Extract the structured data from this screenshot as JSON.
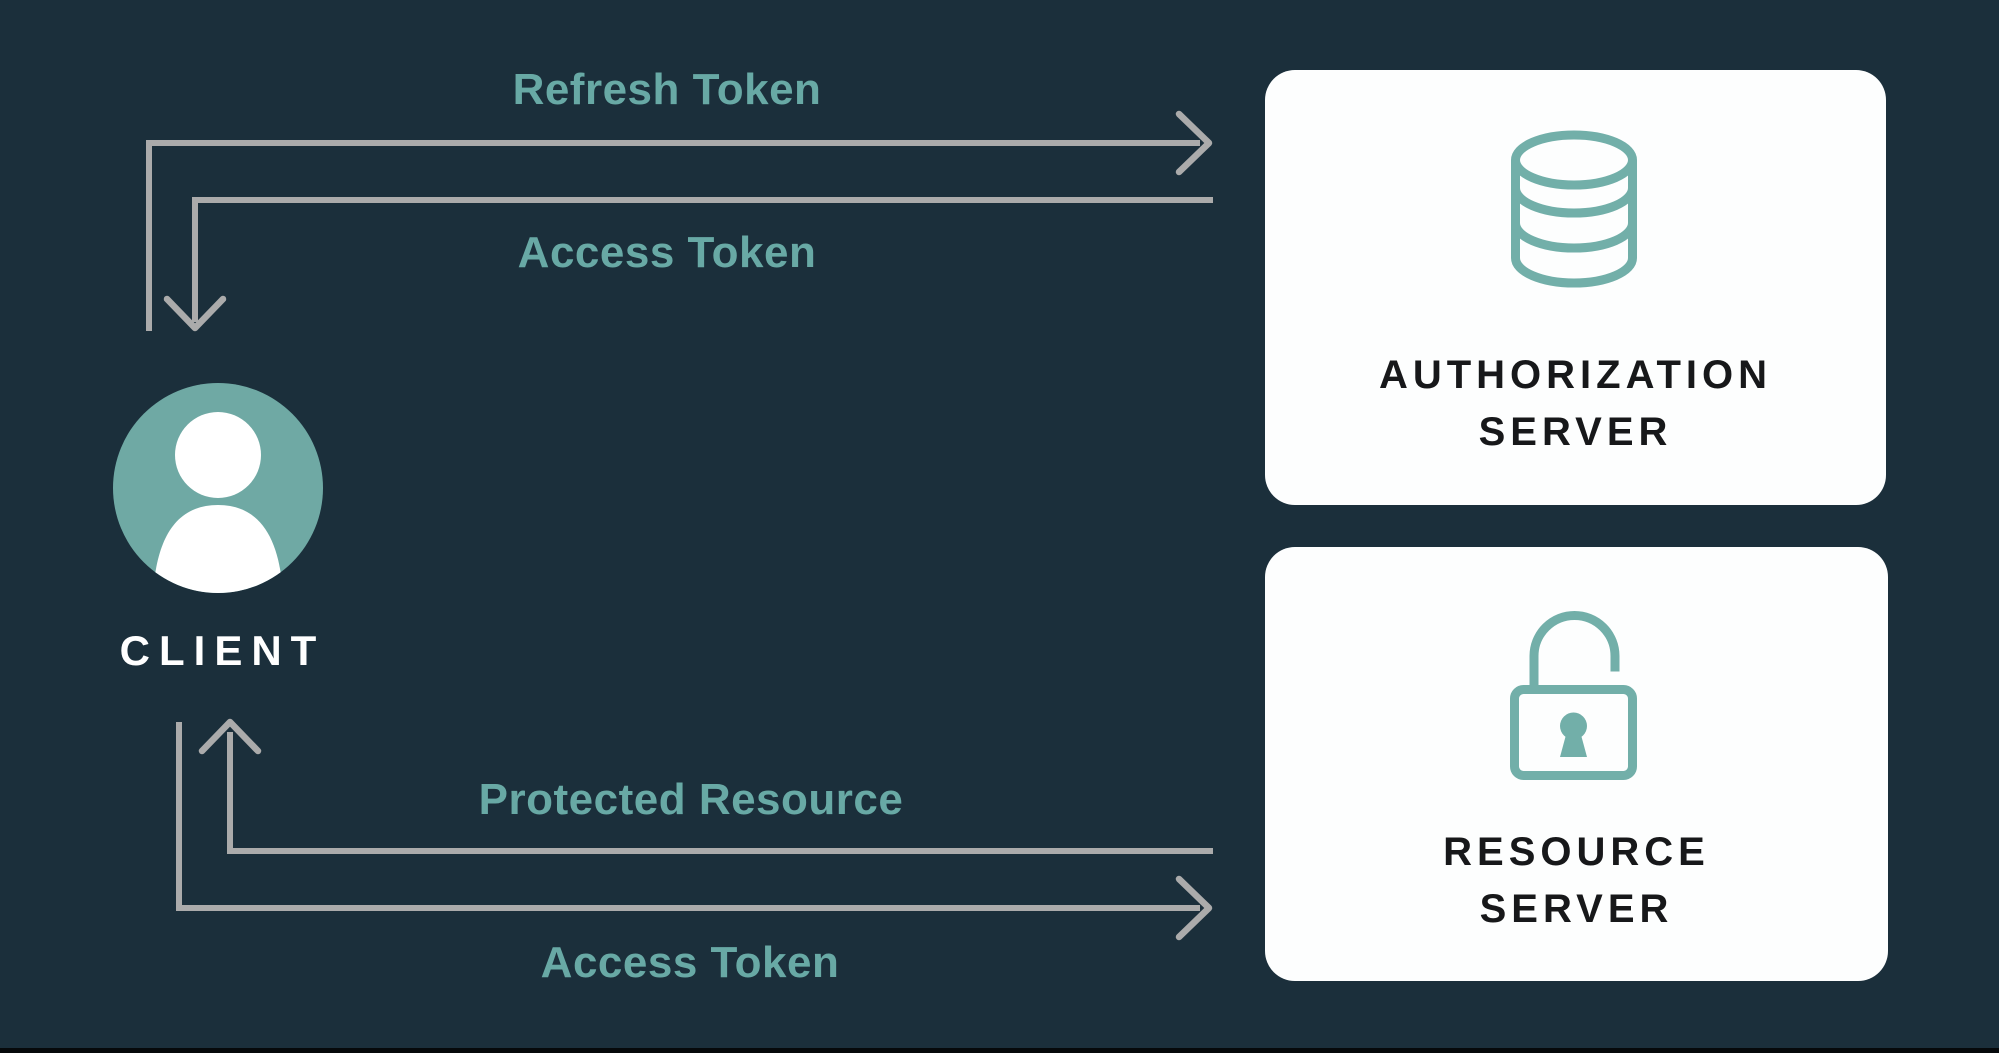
{
  "theme": {
    "bg": "#1B2F3B",
    "arrow": "#ABABAB",
    "label": "#68A9A5",
    "icon": "#72AFA9",
    "avatar": "#6FA9A4",
    "card-bg": "#FDFEFE",
    "card-text": "#17181A",
    "client-text": "#FFFFFF",
    "edge": "#06090B"
  },
  "client": {
    "label": "CLIENT"
  },
  "servers": {
    "authorization": {
      "line1": "AUTHORIZATION",
      "line2": "SERVER",
      "icon": "database-icon"
    },
    "resource": {
      "line1": "RESOURCE",
      "line2": "SERVER",
      "icon": "lock-icon"
    }
  },
  "flows": [
    {
      "label": "Refresh Token",
      "from": "client",
      "to": "authorization-server",
      "arrow_direction": "right"
    },
    {
      "label": "Access Token",
      "from": "authorization-server",
      "to": "client",
      "arrow_direction": "down"
    },
    {
      "label": "Protected Resource",
      "from": "resource-server",
      "to": "client",
      "arrow_direction": "up"
    },
    {
      "label": "Access Token",
      "from": "client",
      "to": "resource-server",
      "arrow_direction": "right"
    }
  ]
}
